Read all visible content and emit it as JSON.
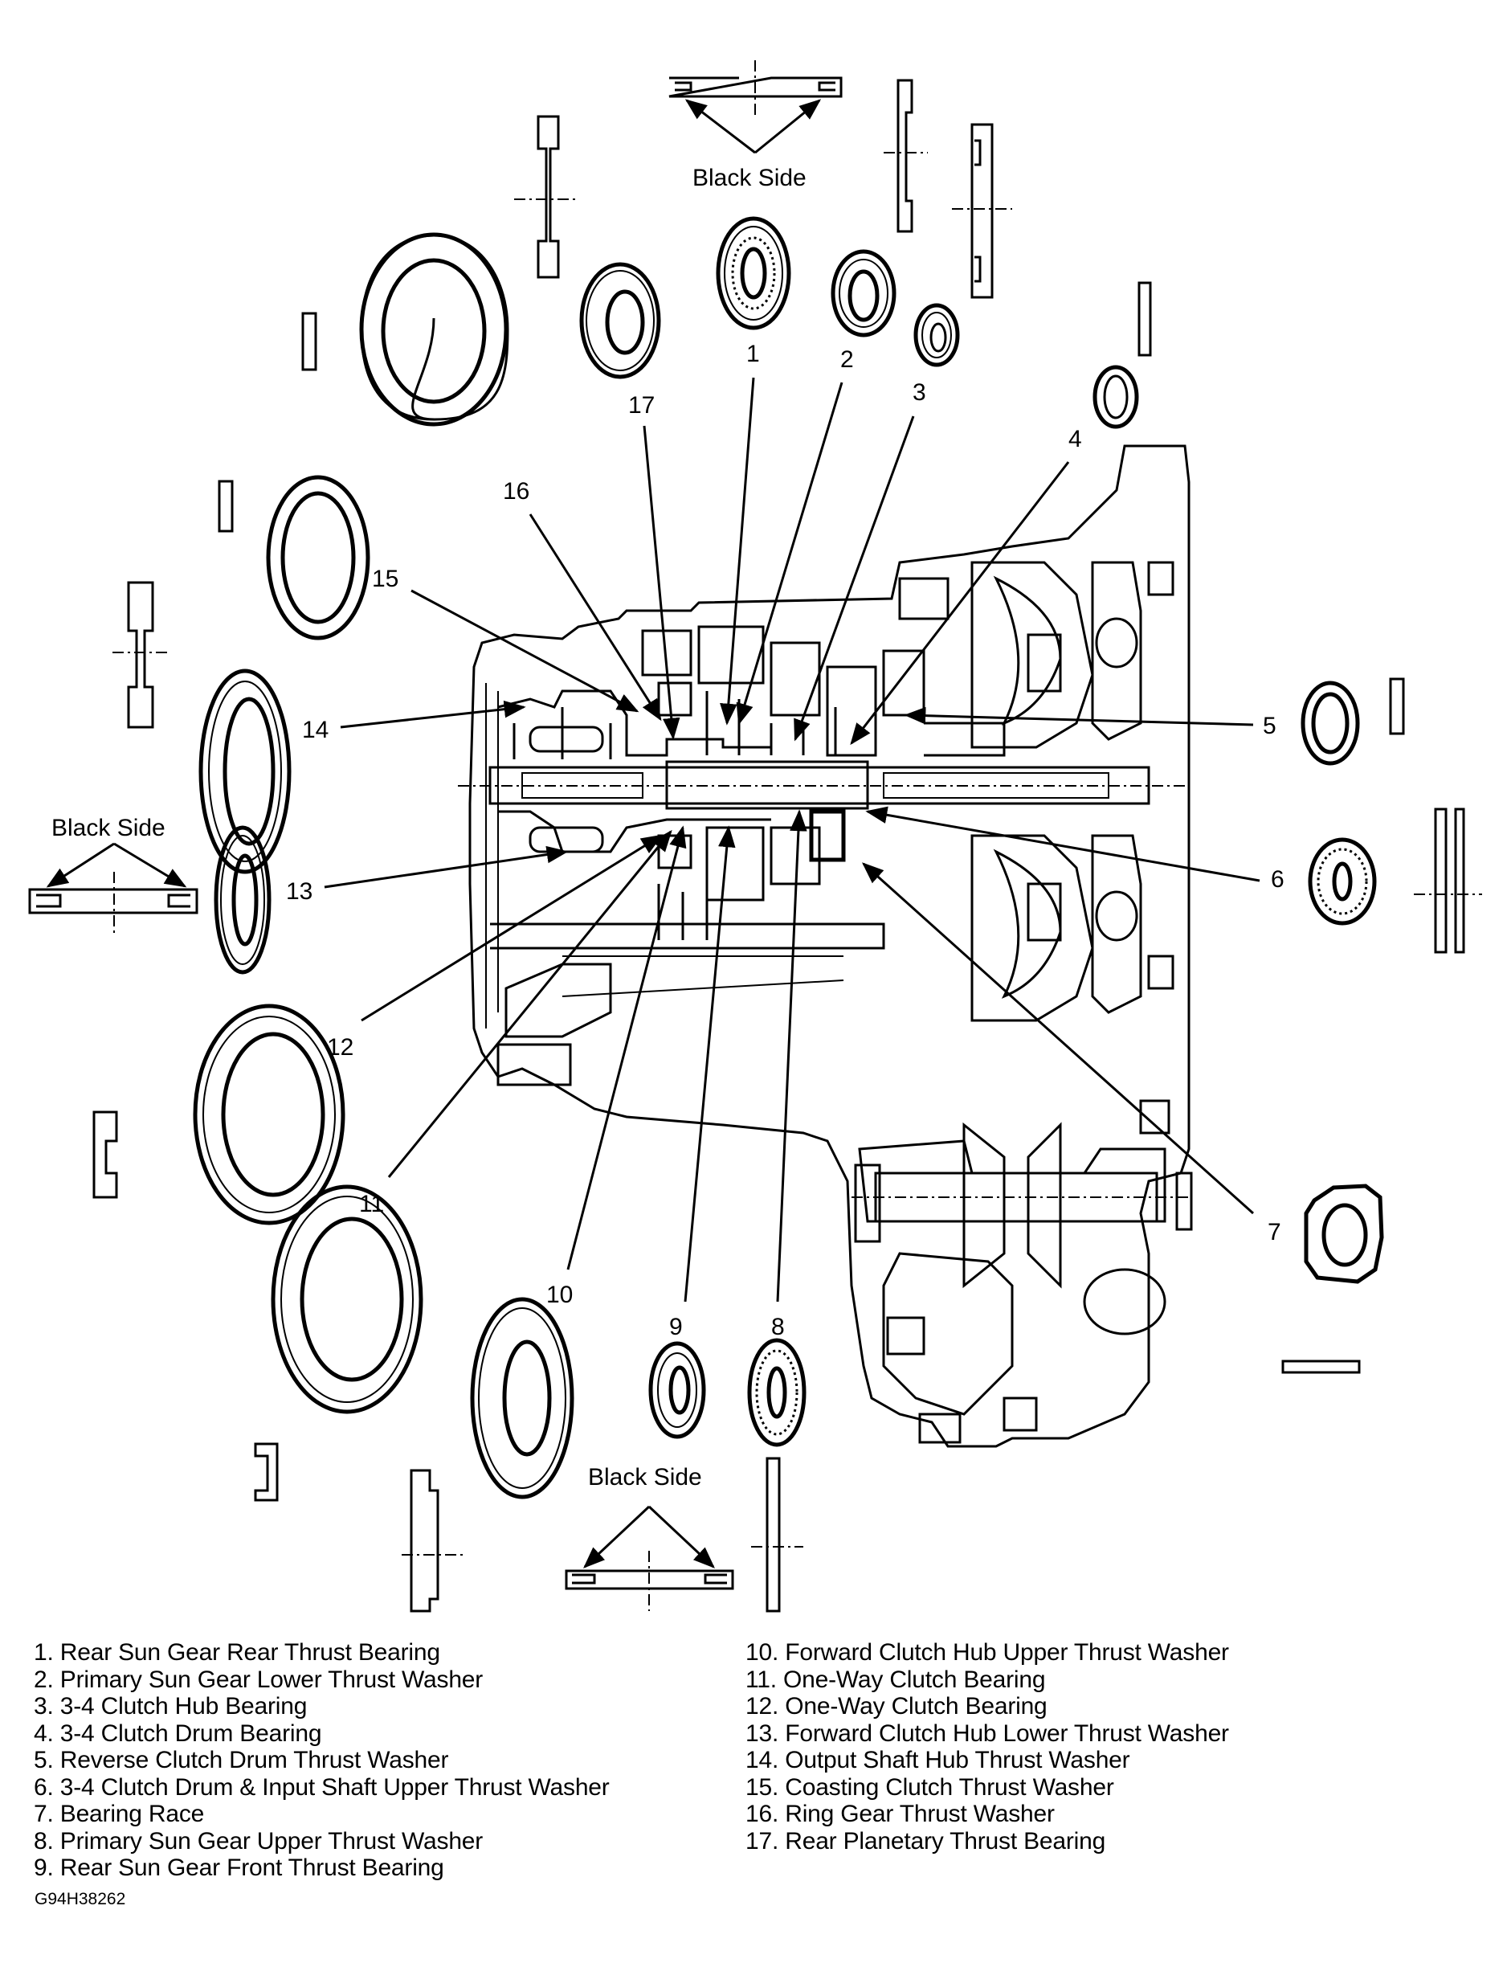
{
  "figure": {
    "code": "G94H38262",
    "black_side_labels": [
      "Black Side",
      "Black Side",
      "Black Side"
    ],
    "callouts": [
      "1",
      "2",
      "3",
      "4",
      "5",
      "6",
      "7",
      "8",
      "9",
      "10",
      "11",
      "12",
      "13",
      "14",
      "15",
      "16",
      "17"
    ]
  },
  "legend": {
    "left": [
      {
        "num": "1.",
        "text": "Rear Sun Gear Rear Thrust Bearing"
      },
      {
        "num": "2.",
        "text": "Primary Sun Gear Lower Thrust Washer"
      },
      {
        "num": "3.",
        "text": "3-4 Clutch Hub Bearing"
      },
      {
        "num": "4.",
        "text": "3-4 Clutch Drum Bearing"
      },
      {
        "num": "5.",
        "text": "Reverse Clutch Drum Thrust Washer"
      },
      {
        "num": "6.",
        "text": "3-4 Clutch Drum & Input Shaft Upper Thrust Washer"
      },
      {
        "num": "7.",
        "text": "Bearing Race"
      },
      {
        "num": "8.",
        "text": "Primary Sun Gear Upper Thrust Washer"
      },
      {
        "num": "9.",
        "text": "Rear Sun Gear Front Thrust Bearing"
      }
    ],
    "right": [
      {
        "num": "10.",
        "text": "Forward Clutch Hub Upper Thrust Washer"
      },
      {
        "num": "11.",
        "text": "One-Way Clutch Bearing"
      },
      {
        "num": "12.",
        "text": "One-Way Clutch Bearing"
      },
      {
        "num": "13.",
        "text": "Forward Clutch Hub Lower Thrust Washer"
      },
      {
        "num": "14.",
        "text": "Output Shaft Hub Thrust Washer"
      },
      {
        "num": "15.",
        "text": "Coasting Clutch Thrust Washer"
      },
      {
        "num": "16.",
        "text": "Ring Gear Thrust Washer"
      },
      {
        "num": "17.",
        "text": "Rear Planetary Thrust Bearing"
      }
    ]
  }
}
